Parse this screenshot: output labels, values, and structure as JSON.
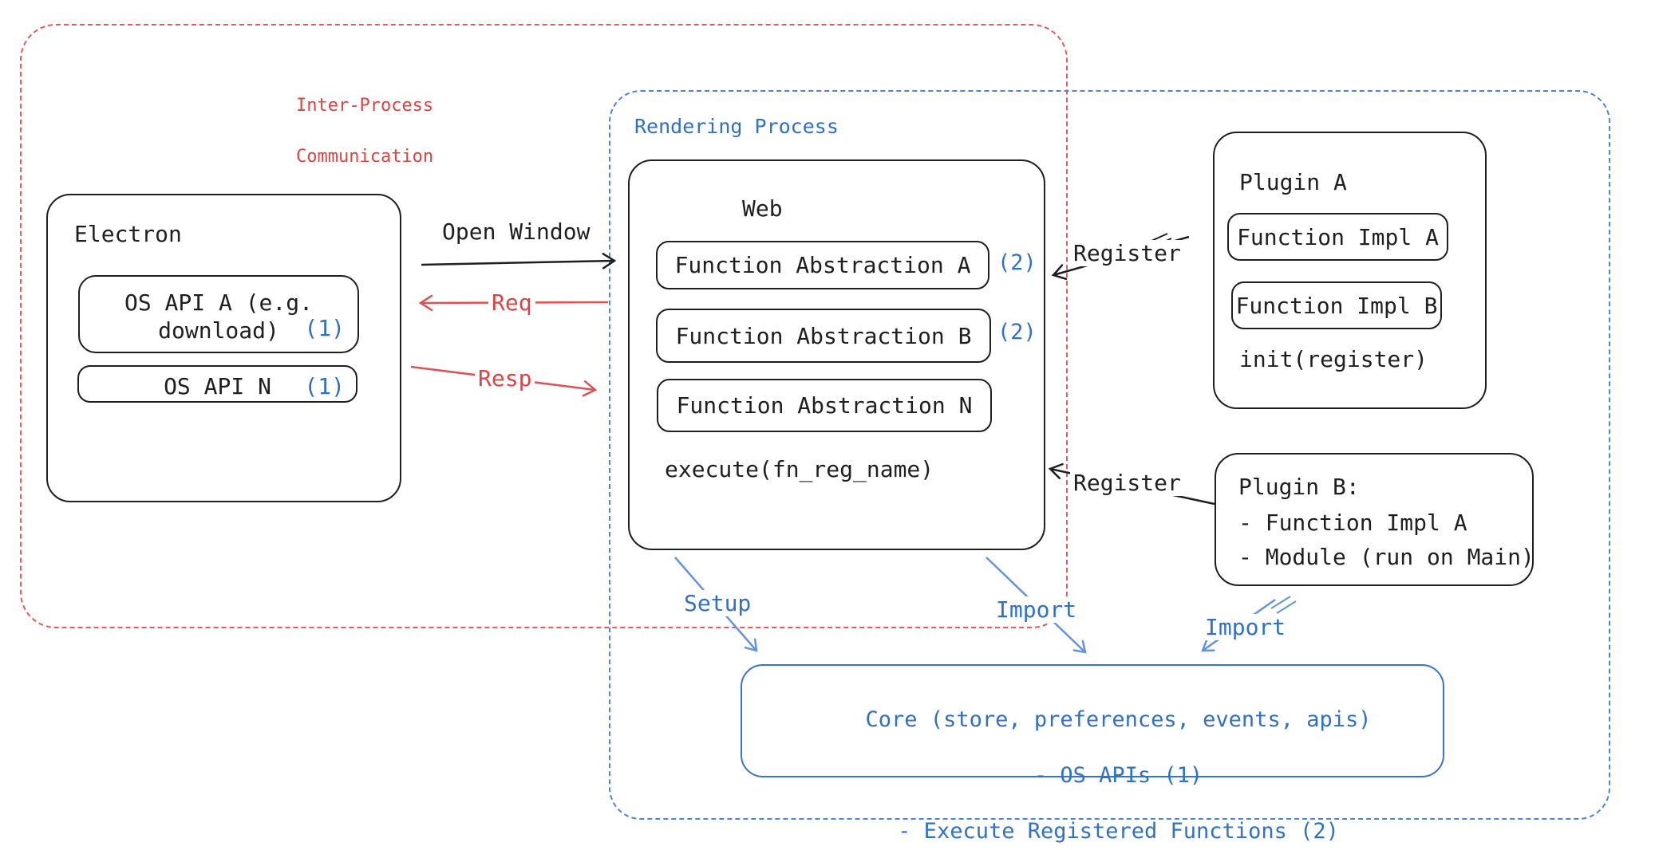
{
  "labels": {
    "ipc_line1": "Inter-Process",
    "ipc_line2": "Communication",
    "rendering": "Rendering Process"
  },
  "electron": {
    "title": "Electron",
    "api_a": {
      "line1": "OS API A (e.g.",
      "line2": "download)",
      "badge": "(1)"
    },
    "api_n": {
      "label": "OS API N",
      "badge": "(1)"
    }
  },
  "web": {
    "title": "Web",
    "items": [
      {
        "label": "Function Abstraction A",
        "badge": "(2)"
      },
      {
        "label": "Function Abstraction B",
        "badge": "(2)"
      },
      {
        "label": "Function Abstraction N",
        "badge": ""
      }
    ],
    "execute": "execute(fn_reg_name)"
  },
  "plugin_a": {
    "title": "Plugin A",
    "impl_a": "Function Impl A",
    "impl_b": "Function Impl B",
    "init": "init(register)"
  },
  "plugin_b": {
    "title": "Plugin B:",
    "item1": "- Function Impl A",
    "item2": "- Module (run on Main)"
  },
  "core": {
    "line1": "Core (store, preferences, events, apis)",
    "line2": "- OS APIs (1)",
    "line3": "- Execute Registered Functions (2)"
  },
  "arrows": {
    "open_window": "Open Window",
    "req": "Req",
    "resp": "Resp",
    "register_a": "Register",
    "register_b": "Register",
    "setup": "Setup",
    "import_web": "Import",
    "import_plugin": "Import"
  },
  "colors": {
    "ink": "#1f1f1f",
    "red_text": "#d84545",
    "red_dash": "#e25c5c",
    "blue_text": "#3170c2",
    "blue_dash": "#4a86d4",
    "blue_arrow": "#6494dc"
  }
}
